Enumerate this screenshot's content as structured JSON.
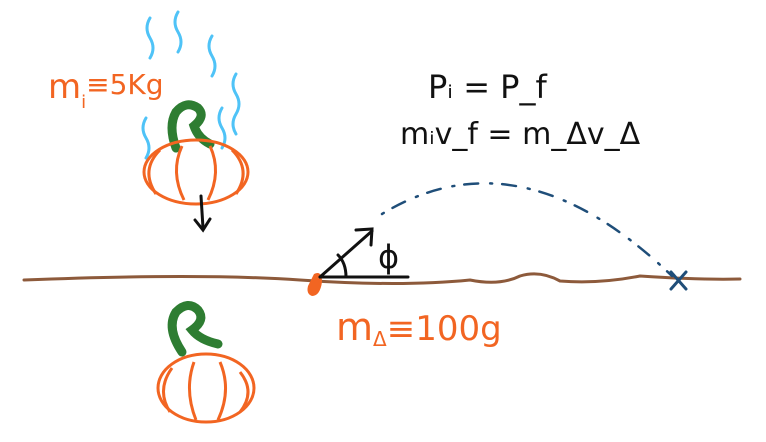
{
  "labels": {
    "pumpkin_mass": "m",
    "pumpkin_mass_sub": "i",
    "pumpkin_mass_value": "≡5Kg",
    "momentum_eq": "Pᵢ = P_f",
    "momentum_expanded": "mᵢv_f = m_Δv_Δ",
    "angle_symbol": "ϕ",
    "projectile_mass": "m",
    "projectile_mass_sub": "Δ",
    "projectile_mass_value": "≡100g"
  },
  "colors": {
    "orange": "#f26522",
    "green": "#2e7d32",
    "steam": "#4fc3f7",
    "ground": "#8d5a3b",
    "trajectory": "#1f4e79",
    "ink": "#111111"
  }
}
